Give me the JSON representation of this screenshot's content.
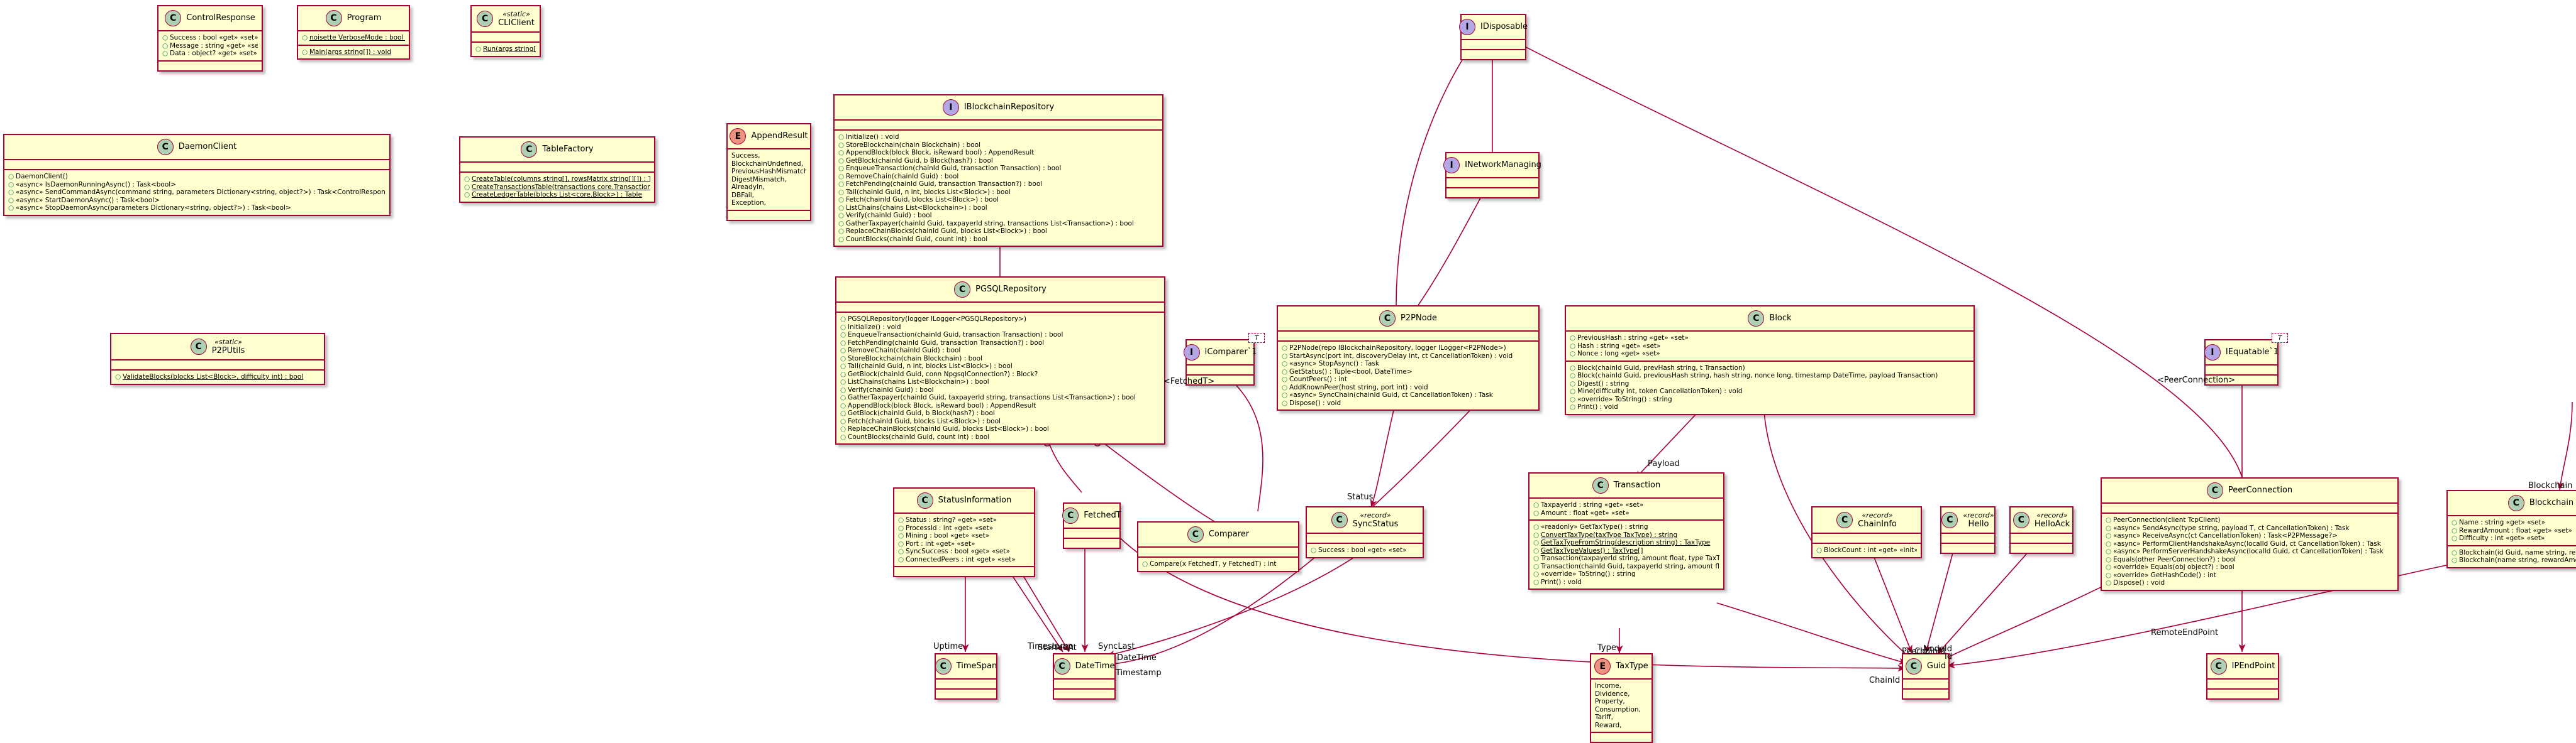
{
  "nodes": {
    "control_response": {
      "kind": "C",
      "title": "ControlResponse",
      "stereo": "",
      "fields": [
        {
          "v": "○",
          "t": "Success : bool «get» «set»"
        },
        {
          "v": "○",
          "t": "Message : string «get» «set»"
        },
        {
          "v": "○",
          "t": "Data : object? «get» «set»"
        }
      ],
      "methods": []
    },
    "program": {
      "kind": "C",
      "title": "Program",
      "stereo": "",
      "fields": [
        {
          "v": "○",
          "t": "noisette VerboseMode : bool = true",
          "s": true
        }
      ],
      "methods": [
        {
          "v": "○",
          "t": "Main(args string[]) : void",
          "s": true
        }
      ]
    },
    "cli_client": {
      "kind": "C",
      "title": "CLIClient",
      "stereo": "«static»",
      "fields": [],
      "methods": [
        {
          "v": "○",
          "t": "Run(args string[]) : int",
          "s": true
        }
      ]
    },
    "daemon_client": {
      "kind": "C",
      "title": "DaemonClient",
      "stereo": "",
      "fields": [],
      "methods": [
        {
          "v": "○",
          "t": "DaemonClient()"
        },
        {
          "v": "○",
          "t": "«async» IsDaemonRunningAsync() : Task<bool>"
        },
        {
          "v": "○",
          "t": "«async» SendCommandAsync(command string, parameters Dictionary<string, object?>) : Task<ControlResponse>"
        },
        {
          "v": "○",
          "t": "«async» StartDaemonAsync() : Task<bool>"
        },
        {
          "v": "○",
          "t": "«async» StopDaemonAsync(parameters Dictionary<string, object?>) : Task<bool>"
        }
      ]
    },
    "table_factory": {
      "kind": "C",
      "title": "TableFactory",
      "stereo": "",
      "fields": [],
      "methods": [
        {
          "v": "○",
          "t": "CreateTable(columns string[], rowsMatrix string[][]) : Table",
          "s": true
        },
        {
          "v": "○",
          "t": "CreateTransactionsTable(transactions core.Transaction[]) : Table",
          "s": true
        },
        {
          "v": "○",
          "t": "CreateLedgerTable(blocks List<core.Block>) : Table",
          "s": true
        }
      ]
    },
    "p2p_utils": {
      "kind": "C",
      "title": "P2PUtils",
      "stereo": "«static»",
      "fields": [],
      "methods": [
        {
          "v": "○",
          "t": "ValidateBlocks(blocks List<Block>, difficulty int) : bool",
          "s": true
        }
      ]
    },
    "iblockchain_repository": {
      "kind": "I",
      "title": "IBlockchainRepository",
      "stereo": "",
      "fields": [],
      "methods": [
        {
          "v": "○",
          "t": "Initialize() : void"
        },
        {
          "v": "○",
          "t": "StoreBlockchain(chain Blockchain) : bool"
        },
        {
          "v": "○",
          "t": "AppendBlock(block Block, isReward bool) : AppendResult"
        },
        {
          "v": "○",
          "t": "GetBlock(chainId Guid, b Block(hash?) : bool"
        },
        {
          "v": "○",
          "t": "EnqueueTransaction(chainId Guid, transaction Transaction) : bool"
        },
        {
          "v": "○",
          "t": "RemoveChain(chainId Guid) : bool"
        },
        {
          "v": "○",
          "t": "FetchPending(chainId Guid, transaction Transaction?) : bool"
        },
        {
          "v": "○",
          "t": "Tail(chainId Guid, n int, blocks List<Block>) : bool"
        },
        {
          "v": "○",
          "t": "Fetch(chainId Guid, blocks List<Block>) : bool"
        },
        {
          "v": "○",
          "t": "ListChains(chains List<Blockchain>) : bool"
        },
        {
          "v": "○",
          "t": "Verify(chainId Guid) : bool"
        },
        {
          "v": "○",
          "t": "GatherTaxpayer(chainId Guid, taxpayerId string, transactions List<Transaction>) : bool"
        },
        {
          "v": "○",
          "t": "ReplaceChainBlocks(chainId Guid, blocks List<Block>) : bool"
        },
        {
          "v": "○",
          "t": "CountBlocks(chainId Guid, count int) : bool"
        }
      ]
    },
    "append_result": {
      "kind": "E",
      "title": "AppendResult",
      "stereo": "",
      "fields": [
        {
          "v": "",
          "t": "Success,"
        },
        {
          "v": "",
          "t": "BlockchainUndefined,"
        },
        {
          "v": "",
          "t": "PreviousHashMismatch,"
        },
        {
          "v": "",
          "t": "DigestMismatch,"
        },
        {
          "v": "",
          "t": "AlreadyIn,"
        },
        {
          "v": "",
          "t": "DBFail,"
        },
        {
          "v": "",
          "t": "Exception,"
        }
      ],
      "methods": []
    },
    "pgsql_repository": {
      "kind": "C",
      "title": "PGSQLRepository",
      "stereo": "",
      "fields": [],
      "methods": [
        {
          "v": "○",
          "t": "PGSQLRepository(logger ILogger<PGSQLRepository>)"
        },
        {
          "v": "○",
          "t": "Initialize() : void"
        },
        {
          "v": "○",
          "t": "EnqueueTransaction(chainId Guid, transaction Transaction) : bool"
        },
        {
          "v": "○",
          "t": "FetchPending(chainId Guid, transaction Transaction?) : bool"
        },
        {
          "v": "○",
          "t": "RemoveChain(chainId Guid) : bool"
        },
        {
          "v": "○",
          "t": "StoreBlockchain(chain Blockchain) : bool"
        },
        {
          "v": "○",
          "t": "Tail(chainId Guid, n int, blocks List<Block>) : bool"
        },
        {
          "v": "○",
          "t": "GetBlock(chainId Guid, conn NpgsqlConnection?) : Block?"
        },
        {
          "v": "○",
          "t": "ListChains(chains List<Blockchain>) : bool"
        },
        {
          "v": "○",
          "t": "Verify(chainId Guid) : bool"
        },
        {
          "v": "○",
          "t": "GatherTaxpayer(chainId Guid, taxpayerId string, transactions List<Transaction>) : bool"
        },
        {
          "v": "○",
          "t": "AppendBlock(block Block, isReward bool) : AppendResult"
        },
        {
          "v": "○",
          "t": "GetBlock(chainId Guid, b Block(hash?) : bool"
        },
        {
          "v": "○",
          "t": "Fetch(chainId Guid, blocks List<Block>) : bool"
        },
        {
          "v": "○",
          "t": "ReplaceChainBlocks(chainId Guid, blocks List<Block>) : bool"
        },
        {
          "v": "○",
          "t": "CountBlocks(chainId Guid, count int) : bool"
        }
      ]
    },
    "idisposable": {
      "kind": "I",
      "title": "IDisposable",
      "stereo": "",
      "fields": [],
      "methods": []
    },
    "inetwork_managing": {
      "kind": "I",
      "title": "INetworkManaging",
      "stereo": "",
      "fields": [],
      "methods": []
    },
    "icomparer": {
      "kind": "I",
      "title": "IComparer`1",
      "stereo": "",
      "fields": [],
      "methods": []
    },
    "iequatable": {
      "kind": "I",
      "title": "IEquatable`1",
      "stereo": "",
      "fields": [],
      "methods": []
    },
    "p2p_node": {
      "kind": "C",
      "title": "P2PNode",
      "stereo": "",
      "fields": [],
      "methods": [
        {
          "v": "○",
          "t": "P2PNode(repo IBlockchainRepository, logger ILogger<P2PNode>)"
        },
        {
          "v": "○",
          "t": "StartAsync(port int, discoveryDelay int, ct CancellationToken) : void"
        },
        {
          "v": "○",
          "t": "«async» StopAsync() : Task"
        },
        {
          "v": "○",
          "t": "GetStatus() : Tuple<bool, DateTime>"
        },
        {
          "v": "○",
          "t": "CountPeers() : int"
        },
        {
          "v": "○",
          "t": "AddKnownPeer(host string, port int) : void"
        },
        {
          "v": "○",
          "t": "«async» SyncChain(chainId Guid, ct CancellationToken) : Task"
        },
        {
          "v": "○",
          "t": "Dispose() : void"
        }
      ]
    },
    "block": {
      "kind": "C",
      "title": "Block",
      "stereo": "",
      "fields": [
        {
          "v": "○",
          "t": "PreviousHash : string «get» «set»"
        },
        {
          "v": "○",
          "t": "Hash : string «get» «set»"
        },
        {
          "v": "○",
          "t": "Nonce : long «get» «set»"
        }
      ],
      "methods": [
        {
          "v": "○",
          "t": "Block(chainId Guid, prevHash string, t Transaction)"
        },
        {
          "v": "○",
          "t": "Block(chainId Guid, previousHash string, hash string, nonce long, timestamp DateTime, payload Transaction)"
        },
        {
          "v": "○",
          "t": "Digest() : string"
        },
        {
          "v": "○",
          "t": "Mine(difficulty int, token CancellationToken) : void"
        },
        {
          "v": "○",
          "t": "«override» ToString() : string"
        },
        {
          "v": "○",
          "t": "Print() : void"
        }
      ]
    },
    "status_information": {
      "kind": "C",
      "title": "StatusInformation",
      "stereo": "",
      "fields": [
        {
          "v": "○",
          "t": "Status : string? «get» «set»"
        },
        {
          "v": "○",
          "t": "ProcessId : int «get» «set»"
        },
        {
          "v": "○",
          "t": "Mining : bool «get» «set»"
        },
        {
          "v": "○",
          "t": "Port : int «get» «set»"
        },
        {
          "v": "○",
          "t": "SyncSuccess : bool «get» «set»"
        },
        {
          "v": "○",
          "t": "ConnectedPeers : int «get» «set»"
        }
      ],
      "methods": []
    },
    "fetched_t": {
      "kind": "C",
      "title": "FetchedT",
      "stereo": "",
      "fields": [],
      "methods": []
    },
    "comparer": {
      "kind": "C",
      "title": "Comparer",
      "stereo": "",
      "fields": [],
      "methods": [
        {
          "v": "○",
          "t": "Compare(x FetchedT, y FetchedT) : int"
        }
      ]
    },
    "sync_status": {
      "kind": "C",
      "title": "SyncStatus",
      "stereo": "«record»",
      "fields": [],
      "methods": [
        {
          "v": "○",
          "t": "Success : bool «get» «set»"
        }
      ]
    },
    "transaction": {
      "kind": "C",
      "title": "Transaction",
      "stereo": "",
      "fields": [
        {
          "v": "○",
          "t": "TaxpayerId : string «get» «set»"
        },
        {
          "v": "○",
          "t": "Amount : float «get» «set»"
        }
      ],
      "methods": [
        {
          "v": "○",
          "t": "«readonly» GetTaxType() : string"
        },
        {
          "v": "○",
          "t": "ConvertTaxType(taxType TaxType) : string",
          "s": true
        },
        {
          "v": "○",
          "t": "GetTaxTypeFromString(description string) : TaxType",
          "s": true
        },
        {
          "v": "○",
          "t": "GetTaxTypeValues() : TaxType[]",
          "s": true
        },
        {
          "v": "○",
          "t": "Transaction(taxpayerId string, amount float, type TaxType)"
        },
        {
          "v": "○",
          "t": "Transaction(chainId Guid, taxpayerId string, amount float, type TaxType)"
        },
        {
          "v": "○",
          "t": "«override» ToString() : string"
        },
        {
          "v": "○",
          "t": "Print() : void"
        }
      ]
    },
    "tax_type": {
      "kind": "E",
      "title": "TaxType",
      "stereo": "",
      "fields": [
        {
          "v": "",
          "t": "Income,"
        },
        {
          "v": "",
          "t": "Dividence,"
        },
        {
          "v": "",
          "t": "Property,"
        },
        {
          "v": "",
          "t": "Consumption,"
        },
        {
          "v": "",
          "t": "Tariff,"
        },
        {
          "v": "",
          "t": "Reward,"
        }
      ],
      "methods": []
    },
    "chain_info": {
      "kind": "C",
      "title": "ChainInfo",
      "stereo": "«record»",
      "fields": [],
      "methods": [
        {
          "v": "○",
          "t": "BlockCount : int «get» «init»"
        }
      ]
    },
    "hello": {
      "kind": "C",
      "title": "Hello",
      "stereo": "«record»",
      "fields": [],
      "methods": []
    },
    "hello_ack": {
      "kind": "C",
      "title": "HelloAck",
      "stereo": "«record»",
      "fields": [],
      "methods": []
    },
    "peer_connection": {
      "kind": "C",
      "title": "PeerConnection",
      "stereo": "",
      "fields": [],
      "methods": [
        {
          "v": "○",
          "t": "PeerConnection(client TcpClient)"
        },
        {
          "v": "○",
          "t": "«async» SendAsync(type string, payload T, ct CancellationToken) : Task"
        },
        {
          "v": "○",
          "t": "«async» ReceiveAsync(ct CancellationToken) : Task<P2PMessage?>"
        },
        {
          "v": "○",
          "t": "«async» PerformClientHandshakeAsync(localId Guid, ct CancellationToken) : Task"
        },
        {
          "v": "○",
          "t": "«async» PerformServerHandshakeAsync(localId Guid, ct CancellationToken) : Task"
        },
        {
          "v": "○",
          "t": "Equals(other PeerConnection?) : bool"
        },
        {
          "v": "○",
          "t": "«override» Equals(obj object?) : bool"
        },
        {
          "v": "○",
          "t": "«override» GetHashCode() : int"
        },
        {
          "v": "○",
          "t": "Dispose() : void"
        }
      ]
    },
    "blockchain": {
      "kind": "C",
      "title": "Blockchain",
      "stereo": "",
      "fields": [
        {
          "v": "○",
          "t": "Name : string «get» «set»"
        },
        {
          "v": "○",
          "t": "RewardAmount : float «get» «set»"
        },
        {
          "v": "○",
          "t": "Difficulty : int «get» «set»"
        }
      ],
      "methods": [
        {
          "v": "○",
          "t": "Blockchain(id Guid, name string, rewardAmount float, difficulty int)"
        },
        {
          "v": "○",
          "t": "Blockchain(name string, rewardAmount float, difficulty int)"
        }
      ]
    },
    "time_span": {
      "kind": "C",
      "title": "TimeSpan",
      "stereo": "",
      "fields": [],
      "methods": []
    },
    "date_time": {
      "kind": "C",
      "title": "DateTime",
      "stereo": "",
      "fields": [],
      "methods": []
    },
    "guid": {
      "kind": "C",
      "title": "Guid",
      "stereo": "",
      "fields": [],
      "methods": []
    },
    "ip_end_point": {
      "kind": "C",
      "title": "IPEndPoint",
      "stereo": "",
      "fields": [],
      "methods": []
    }
  },
  "labels": {
    "fetched_t_param": "<FetchedT>",
    "peer_connection_param": "<PeerConnection>",
    "status": "Status",
    "payload": "Payload",
    "type": "Type",
    "uptime": "Uptime",
    "timestamp": "Timestamp",
    "started_at": "StartedAt",
    "sync_last": "SyncLast",
    "date_time_edge": "DateTime",
    "timestamp_edge": "Timestamp",
    "chain_id": "ChainId",
    "peer_id": "PeerId",
    "node_id": "NodeId",
    "chain_id_2": "ChainId",
    "id": "Id",
    "blockchain": "Blockchain",
    "remote_end_point": "RemoteEndPoint"
  },
  "template_params": {
    "icomparer": "T",
    "iequatable": "T"
  }
}
